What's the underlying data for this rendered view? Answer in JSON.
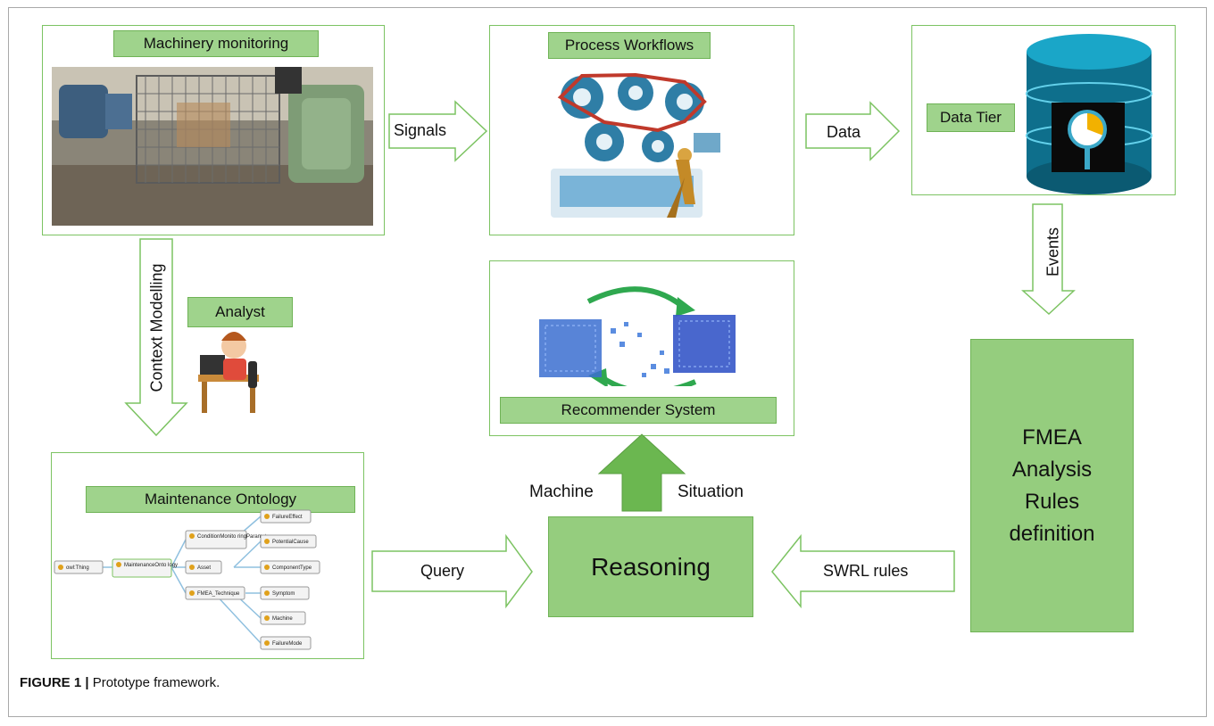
{
  "boxes": {
    "machinery": "Machinery monitoring",
    "process": "Process Workflows",
    "data_tier": "Data Tier",
    "analyst": "Analyst",
    "recommender": "Recommender  System",
    "ontology": "Maintenance Ontology",
    "reasoning": "Reasoning",
    "fmea": [
      "FMEA",
      "Analysis",
      "Rules",
      "definition"
    ]
  },
  "arrows": {
    "signals": "Signals",
    "data": "Data",
    "events": "Events",
    "context": "Context  Modelling",
    "query": "Query",
    "swrl": "SWRL rules",
    "machine": "Machine",
    "situation": "Situation"
  },
  "ontology_nodes": [
    "owl:Thing",
    "MaintenanceOnto logy",
    "ConditionMonito ringParameters",
    "Asset",
    "FMEA_Technique",
    "FailureEffect",
    "PotentialCause",
    "ComponentType",
    "Symptom",
    "Machine",
    "FailureMode"
  ],
  "caption": {
    "label": "FIGURE 1 |",
    "text": " Prototype framework."
  },
  "colors": {
    "green_fill": "#95cd7e",
    "green_border": "#7cc362"
  }
}
